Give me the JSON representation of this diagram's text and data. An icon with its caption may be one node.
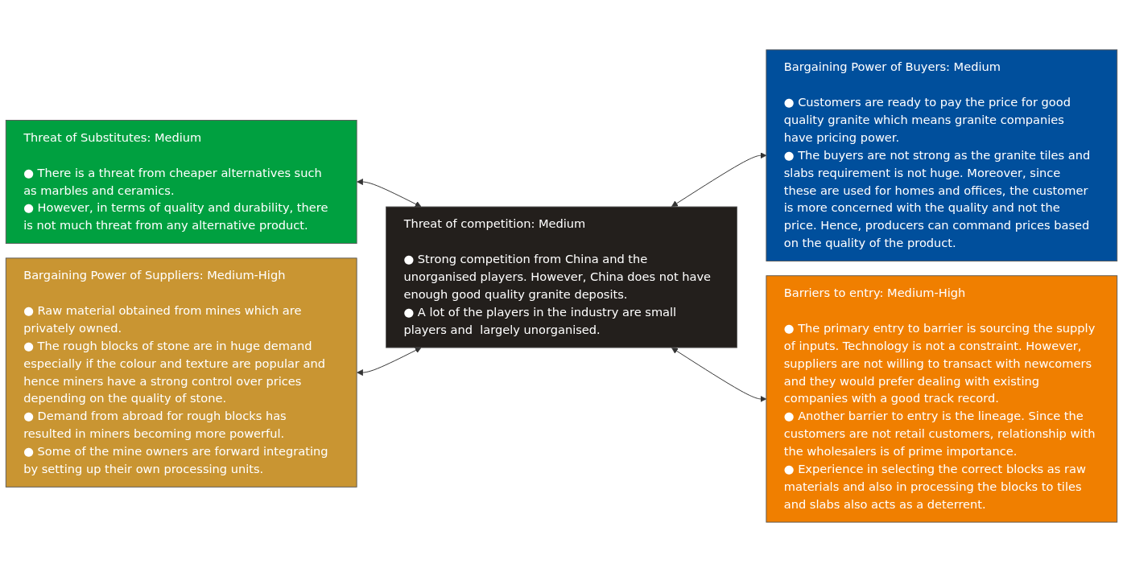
{
  "diagram": {
    "nodes": [
      {
        "text": [
          "Threat of Substitutes: Medium",
          "● There is a threat from cheaper alternatives such as marbles and ceramics.",
          "● However, in terms of quality and durability, there is not much threat from any alternative product."
        ]
      },
      {
        "text": [
          "Bargaining Power of Suppliers: Medium-High",
          "● Raw material obtained from mines which are privately owned.",
          "● The rough blocks of stone are in huge demand especially if the colour and texture are popular and hence miners have a strong control over prices depending on the quality of stone.",
          "● Demand from abroad for rough blocks has resulted in miners becoming more powerful.",
          "● Some of the mine owners are forward integrating by setting up their own processing units."
        ]
      },
      {
        "text": [
          "Threat of competition: Medium",
          "● Strong competition from China and the unorganised players. However, China does not have enough good quality granite deposits.",
          "● A lot of the players in the industry are small players and  largely unorganised."
        ]
      },
      {
        "text": [
          "Bargaining Power of Buyers: Medium",
          "● Customers are ready to pay the price for good quality granite which means granite companies have pricing power.",
          "● The buyers are not strong as the granite tiles and slabs requirement is not huge. Moreover, since these are used for homes and offices, the customer is more concerned with the quality and not the price. Hence, producers can command prices based on the quality of the product."
        ]
      },
      {
        "text": [
          "Barriers to entry: Medium-High",
          "● The primary entry to barrier is sourcing the supply of inputs. Technology is not a constraint. However, suppliers are not willing to transact with newcomers and they would prefer dealing with existing companies with a good track record.",
          "● Another barrier to entry is the lineage. Since the customers are not retail customers, relationship with the wholesalers is of prime importance.",
          "● Experience in selecting the correct blocks as raw materials and also in processing the blocks to tiles and slabs also acts as a deterrent."
        ]
      }
    ],
    "edges": [
      {
        "from": 0,
        "to": 2,
        "arrow": "both"
      },
      {
        "from": 1,
        "to": 2,
        "arrow": "both"
      },
      {
        "from": 2,
        "to": 3,
        "arrow": "both"
      },
      {
        "from": 2,
        "to": 4,
        "arrow": "both"
      }
    ]
  }
}
